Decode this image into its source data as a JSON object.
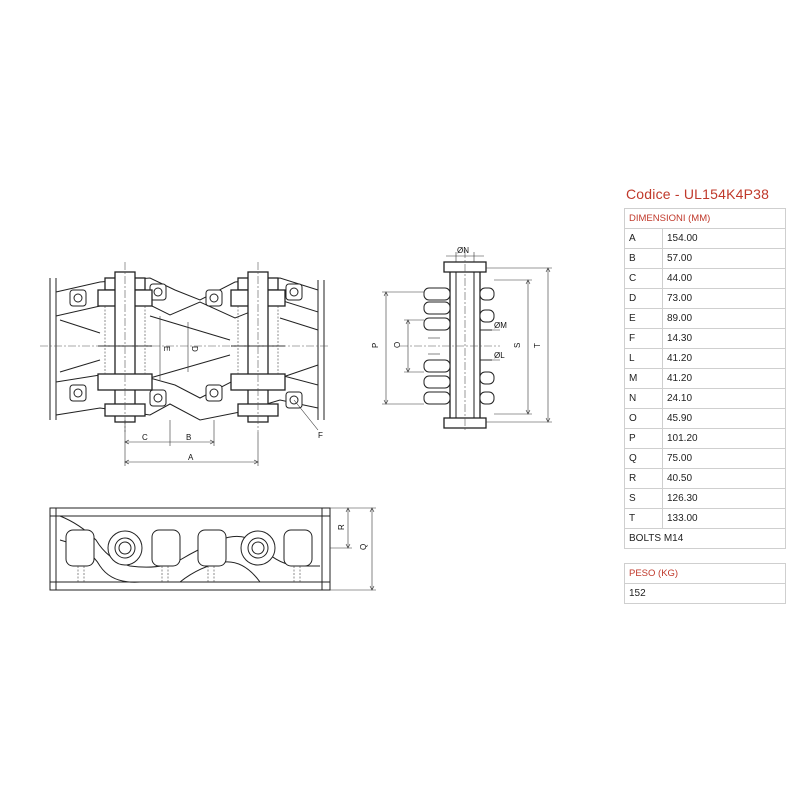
{
  "product": {
    "code_label": "Codice - UL154K4P38"
  },
  "dimensions": {
    "header": "DIMENSIONI (MM)",
    "rows": [
      {
        "key": "A",
        "value": "154.00"
      },
      {
        "key": "B",
        "value": "57.00"
      },
      {
        "key": "C",
        "value": "44.00"
      },
      {
        "key": "D",
        "value": "73.00"
      },
      {
        "key": "E",
        "value": "89.00"
      },
      {
        "key": "F",
        "value": "14.30"
      },
      {
        "key": "L",
        "value": "41.20"
      },
      {
        "key": "M",
        "value": "41.20"
      },
      {
        "key": "N",
        "value": "24.10"
      },
      {
        "key": "O",
        "value": "45.90"
      },
      {
        "key": "P",
        "value": "101.20"
      },
      {
        "key": "Q",
        "value": "75.00"
      },
      {
        "key": "R",
        "value": "40.50"
      },
      {
        "key": "S",
        "value": "126.30"
      },
      {
        "key": "T",
        "value": "133.00"
      }
    ],
    "bolts": "BOLTS M14"
  },
  "weight": {
    "header": "PESO (KG)",
    "value": "152"
  },
  "drawing_labels": {
    "top": {
      "E": "E",
      "D": "D",
      "C": "C",
      "B": "B",
      "A": "A",
      "F": "F"
    },
    "side": {
      "N": "ØN",
      "M": "ØM",
      "L": "ØL",
      "P": "P",
      "O": "O",
      "S": "S",
      "T": "T"
    },
    "bottom": {
      "R": "R",
      "Q": "Q"
    }
  }
}
